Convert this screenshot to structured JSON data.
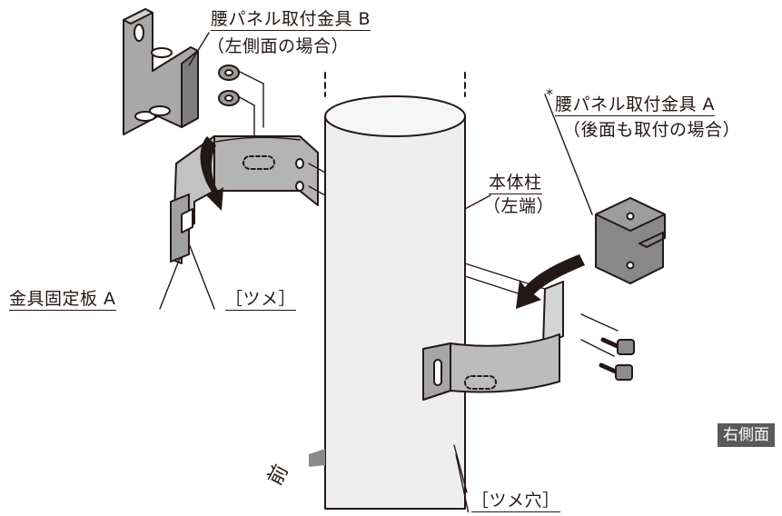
{
  "labels": {
    "bracket_b": "腰パネル取付金具 B",
    "bracket_b_note": "（左側面の場合）",
    "bracket_a_mark": "*",
    "bracket_a": "腰パネル取付金具 A",
    "bracket_a_note": "（後面も取付の場合）",
    "column": "本体柱",
    "column_note": "（左端）",
    "fixing_plate": "金具固定板 A",
    "tab": "［ツメ］",
    "tab_hole": "［ツメ穴］",
    "front": "前",
    "right_side_badge": "右側面"
  }
}
